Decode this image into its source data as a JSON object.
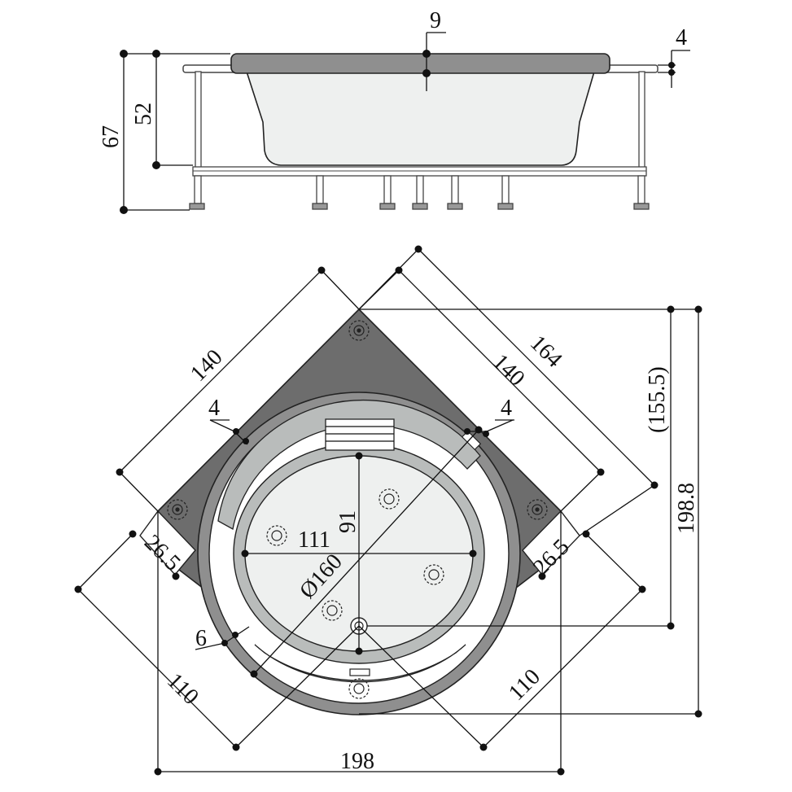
{
  "colors": {
    "outline": "#111111",
    "deck": "#6d6d6d",
    "rim": "#8f8f8f",
    "basin": "#eef0ef",
    "inner_ring": "#b9bcbb",
    "frame": "#dcdcdc"
  },
  "side_view": {
    "dim_rim": "9",
    "dim_lip": "4",
    "dim_overall_height": "67",
    "dim_basin_depth": "52"
  },
  "top_view": {
    "dim_side_left": "140",
    "dim_side_right": "140",
    "dim_diagonal_outer": "164",
    "dim_wall_left": "4",
    "dim_wall_right": "4",
    "dim_corner_left": "26.5",
    "dim_corner_right": "26.5",
    "dim_width_inner": "111",
    "dim_depth_inner": "91",
    "dim_diameter": "Ø160",
    "dim_rim_width": "6",
    "dim_front_left": "110",
    "dim_front_right": "110",
    "dim_total_width": "198",
    "dim_drain_offset": "(155.5)",
    "dim_total_depth": "198.8"
  },
  "icons": [
    "jet-icon",
    "drain-icon",
    "headrest-icon"
  ]
}
